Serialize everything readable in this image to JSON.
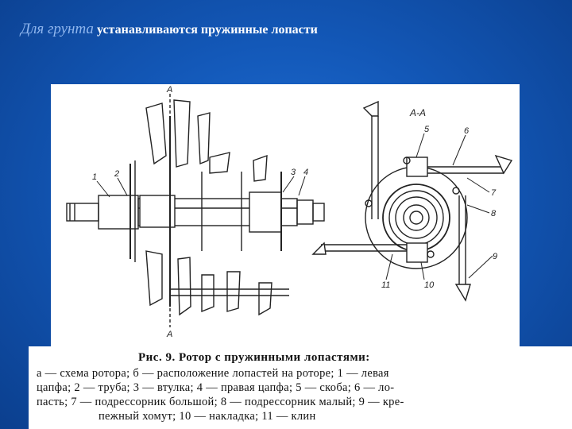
{
  "slide": {
    "title_part1": "Для грунта",
    "title_part2": " устанавливаются пружинные лопасти"
  },
  "figure": {
    "labels": {
      "a_top": "А",
      "a_bottom": "А",
      "section": "А-А",
      "n1": "1",
      "n2": "2",
      "n3": "3",
      "n4": "4",
      "n5": "5",
      "n6": "6",
      "n7": "7",
      "n8": "8",
      "n9": "9",
      "n10": "10",
      "n11": "11"
    }
  },
  "caption": {
    "title": "Рис. 9. Ротор с пружинными лопастями:",
    "lines": [
      "а — схема ротора; б — расположение лопастей на роторе; 1 — левая",
      "цапфа; 2 — труба; 3 — втулка; 4 — правая цапфа; 5 — скоба; 6 — ло-",
      "пасть; 7 — подрессорник большой; 8 — подрессорник малый; 9 — кре-",
      "пежный хомут; 10 — накладка; 11 — клин"
    ]
  }
}
